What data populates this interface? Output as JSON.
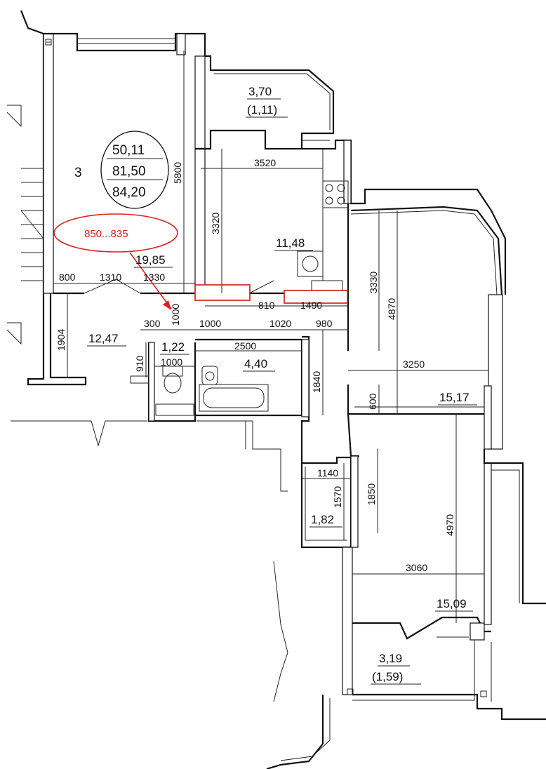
{
  "apartment": {
    "rooms_count": "3",
    "area_living": "50,11",
    "area_total": "81,50",
    "area_with_balconies": "84,20"
  },
  "annotation": {
    "text": "850...835",
    "color": "#e0201c"
  },
  "rooms": {
    "balcony_top": "3,70",
    "balcony_top_reduced": "(1,11)",
    "kitchen": "11,48",
    "living_big": "19,85",
    "hall": "12,47",
    "wc": "1,22",
    "bath": "4,40",
    "bedroom_top": "15,17",
    "storage": "1,82",
    "bedroom_bottom": "15,09",
    "balcony_bottom": "3,19",
    "balcony_bottom_reduced": "(1,59)"
  },
  "dimensions": {
    "d5800": "5800",
    "d3520": "3520",
    "d3320": "3320",
    "d800": "800",
    "d1310": "1310",
    "d1330": "1330",
    "d810": "810",
    "d1490": "1490",
    "d3330": "3330",
    "d4870": "4870",
    "d1904": "1904",
    "d300": "300",
    "d1000a": "1000",
    "d1000b": "1000",
    "d1020": "1020",
    "d980": "980",
    "d2500": "2500",
    "d910": "910",
    "d1000c": "1000",
    "d1840": "1840",
    "d3250": "3250",
    "d600": "600",
    "d1140": "1140",
    "d1570": "1570",
    "d1850": "1850",
    "d4970": "4970",
    "d3060": "3060"
  }
}
